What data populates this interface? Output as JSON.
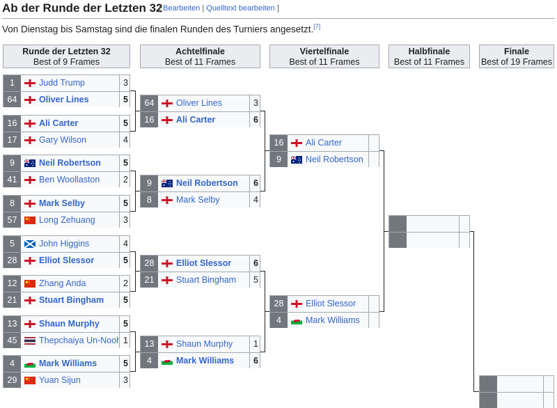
{
  "section": {
    "title": "Ab der Runde der Letzten 32",
    "edit_open": "[",
    "edit_label": "Bearbeiten",
    "edit_sep": "|",
    "edit_source_label": "Quelltext bearbeiten",
    "edit_close": "]",
    "intro": "Von Dienstag bis Samstag sind die finalen Runden des Turniers angesetzt.",
    "ref": "[7]"
  },
  "rounds": [
    {
      "name": "Runde der Letzten 32",
      "format": "Best of 9 Frames"
    },
    {
      "name": "Achtelfinale",
      "format": "Best of 11 Frames"
    },
    {
      "name": "Viertelfinale",
      "format": "Best of 11 Frames"
    },
    {
      "name": "Halbfinale",
      "format": "Best of 11 Frames"
    },
    {
      "name": "Finale",
      "format": "Best of 19 Frames"
    }
  ],
  "flag_icons": {
    "ENG": "england-flag-icon",
    "AUS": "australia-flag-icon",
    "SCO": "scotland-flag-icon",
    "CHN": "china-flag-icon",
    "THA": "thailand-flag-icon",
    "WAL": "wales-flag-icon"
  },
  "colors": {
    "seed_bg": "#72777d",
    "link": "#3366cc",
    "header_bg": "#eaecf0",
    "cell_bg": "#f8f9fa",
    "border": "#a2a9b1"
  },
  "matches": {
    "r32": [
      {
        "p1": {
          "seed": "1",
          "flag": "ENG",
          "name": "Judd Trump",
          "score": "3",
          "win": false
        },
        "p2": {
          "seed": "64",
          "flag": "ENG",
          "name": "Oliver Lines",
          "score": "5",
          "win": true
        }
      },
      {
        "p1": {
          "seed": "16",
          "flag": "ENG",
          "name": "Ali Carter",
          "score": "5",
          "win": true
        },
        "p2": {
          "seed": "17",
          "flag": "ENG",
          "name": "Gary Wilson",
          "score": "4",
          "win": false
        }
      },
      {
        "p1": {
          "seed": "9",
          "flag": "AUS",
          "name": "Neil Robertson",
          "score": "5",
          "win": true
        },
        "p2": {
          "seed": "41",
          "flag": "ENG",
          "name": "Ben Woollaston",
          "score": "2",
          "win": false
        }
      },
      {
        "p1": {
          "seed": "8",
          "flag": "ENG",
          "name": "Mark Selby",
          "score": "5",
          "win": true
        },
        "p2": {
          "seed": "57",
          "flag": "CHN",
          "name": "Long Zehuang",
          "score": "3",
          "win": false
        }
      },
      {
        "p1": {
          "seed": "5",
          "flag": "SCO",
          "name": "John Higgins",
          "score": "4",
          "win": false
        },
        "p2": {
          "seed": "28",
          "flag": "ENG",
          "name": "Elliot Slessor",
          "score": "5",
          "win": true
        }
      },
      {
        "p1": {
          "seed": "12",
          "flag": "CHN",
          "name": "Zhang Anda",
          "score": "2",
          "win": false
        },
        "p2": {
          "seed": "21",
          "flag": "ENG",
          "name": "Stuart Bingham",
          "score": "5",
          "win": true
        }
      },
      {
        "p1": {
          "seed": "13",
          "flag": "ENG",
          "name": "Shaun Murphy",
          "score": "5",
          "win": true
        },
        "p2": {
          "seed": "45",
          "flag": "THA",
          "name": "Thepchaiya Un-Nooh",
          "score": "1",
          "win": false
        }
      },
      {
        "p1": {
          "seed": "4",
          "flag": "WAL",
          "name": "Mark Williams",
          "score": "5",
          "win": true
        },
        "p2": {
          "seed": "29",
          "flag": "CHN",
          "name": "Yuan Sijun",
          "score": "3",
          "win": false
        }
      }
    ],
    "r16": [
      {
        "p1": {
          "seed": "64",
          "flag": "ENG",
          "name": "Oliver Lines",
          "score": "3",
          "win": false
        },
        "p2": {
          "seed": "16",
          "flag": "ENG",
          "name": "Ali Carter",
          "score": "6",
          "win": true
        }
      },
      {
        "p1": {
          "seed": "9",
          "flag": "AUS",
          "name": "Neil Robertson",
          "score": "6",
          "win": true
        },
        "p2": {
          "seed": "8",
          "flag": "ENG",
          "name": "Mark Selby",
          "score": "4",
          "win": false
        }
      },
      {
        "p1": {
          "seed": "28",
          "flag": "ENG",
          "name": "Elliot Slessor",
          "score": "6",
          "win": true
        },
        "p2": {
          "seed": "21",
          "flag": "ENG",
          "name": "Stuart Bingham",
          "score": "5",
          "win": false
        }
      },
      {
        "p1": {
          "seed": "13",
          "flag": "ENG",
          "name": "Shaun Murphy",
          "score": "1",
          "win": false
        },
        "p2": {
          "seed": "4",
          "flag": "WAL",
          "name": "Mark Williams",
          "score": "6",
          "win": true
        }
      }
    ],
    "qf": [
      {
        "p1": {
          "seed": "16",
          "flag": "ENG",
          "name": "Ali Carter",
          "score": "",
          "win": false
        },
        "p2": {
          "seed": "9",
          "flag": "AUS",
          "name": "Neil Robertson",
          "score": "",
          "win": false
        }
      },
      {
        "p1": {
          "seed": "28",
          "flag": "ENG",
          "name": "Elliot Slessor",
          "score": "",
          "win": false
        },
        "p2": {
          "seed": "4",
          "flag": "WAL",
          "name": "Mark Williams",
          "score": "",
          "win": false
        }
      }
    ],
    "sf": [
      {
        "p1": {
          "seed": "",
          "flag": "",
          "name": "",
          "score": "",
          "win": false
        },
        "p2": {
          "seed": "",
          "flag": "",
          "name": "",
          "score": "",
          "win": false
        }
      }
    ],
    "final": [
      {
        "p1": {
          "seed": "",
          "flag": "",
          "name": "",
          "score": "",
          "win": false
        },
        "p2": {
          "seed": "",
          "flag": "",
          "name": "",
          "score": "",
          "win": false
        }
      }
    ]
  }
}
